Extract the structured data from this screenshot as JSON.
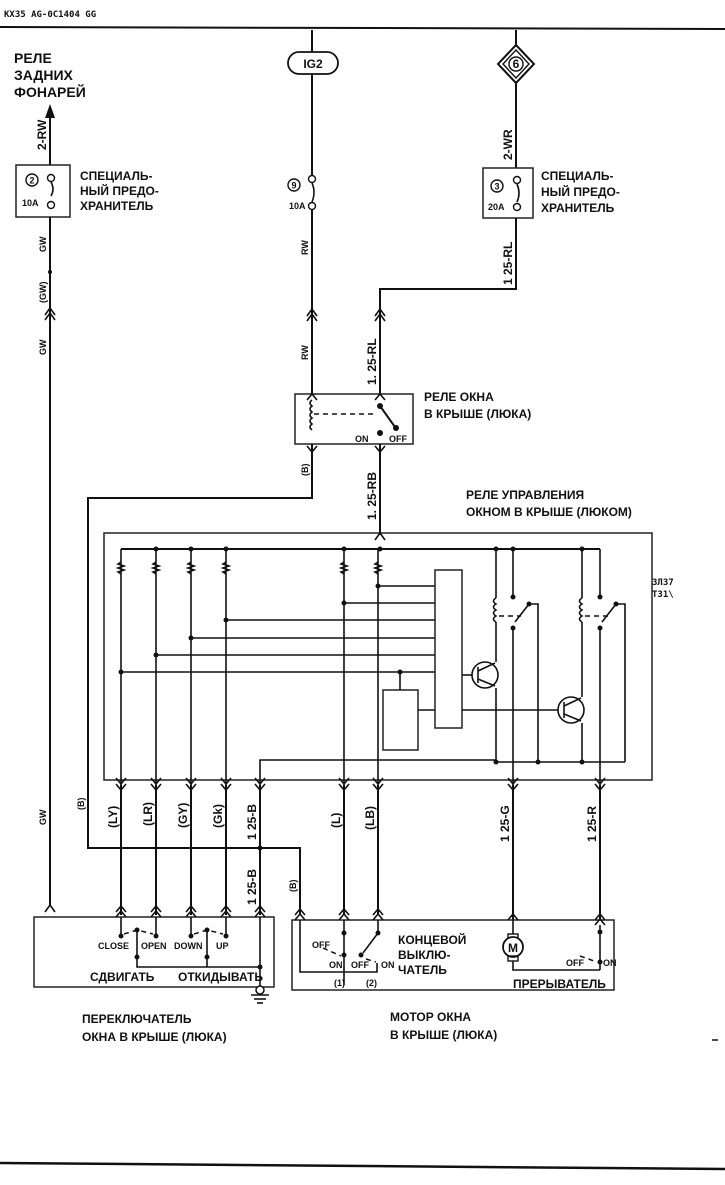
{
  "header": {
    "doc_code": "KX35 AG-0C1404 GG"
  },
  "top_sources": {
    "tail_relay": [
      "РЕЛЕ",
      "ЗАДНИХ",
      "ФОНАРЕЙ"
    ],
    "ig2": "IG2",
    "junction_6": "6"
  },
  "fuses": [
    {
      "number": "2",
      "rating": "10A",
      "label": [
        "СПЕЦИАЛЬ-",
        "НЫЙ ПРЕДО-",
        "ХРАНИТЕЛЬ"
      ]
    },
    {
      "number": "9",
      "rating": "10A",
      "label": []
    },
    {
      "number": "3",
      "rating": "20A",
      "label": [
        "СПЕЦИАЛЬ-",
        "НЫЙ ПРЕДО-",
        "ХРАНИТЕЛЬ"
      ]
    }
  ],
  "wires": {
    "left_top": "2-RW",
    "left_mid": "GW",
    "left_conn": "(GW)",
    "left_low": "GW",
    "left_bottom": "GW",
    "ig2_upper": "RW",
    "ig2_lower": "RW",
    "junction_upper": "2-WR",
    "junction_lower": "1 25-RL",
    "relay_in": "1. 25-RL",
    "relay_out": "1. 25-RB",
    "relay_ground": "(B)",
    "ground_left": "(B)",
    "ly": "(LY)",
    "lr": "(LR)",
    "gy": "(GY)",
    "gk": "(Gk)",
    "b_upper": "1 25-B",
    "b_lower": "1 25-B",
    "b_motor": "(B)",
    "l": "(L)",
    "lb": "(LB)",
    "g": "1 25-G",
    "r": "1 25-R"
  },
  "sunroof_relay": {
    "title": [
      "РЕЛЕ ОКНА",
      "В КРЫШЕ (ЛЮКА)"
    ],
    "on": "ON",
    "off": "OFF"
  },
  "control_relay": {
    "title": [
      "РЕЛЕ УПРАВЛЕНИЯ",
      "ОКНОМ В КРЫШЕ (ЛЮКОМ)"
    ],
    "side_note": [
      "ЗЛЗ7",
      "ТЗ1\\"
    ]
  },
  "switch": {
    "title": [
      "ПЕРЕКЛЮЧАТЕЛЬ",
      "ОКНА В КРЫШЕ (ЛЮКА)"
    ],
    "positions": [
      "CLOSE",
      "OPEN",
      "DOWN",
      "UP"
    ],
    "modes": [
      "СДВИГАТЬ",
      "ОТКИДЫВАТЬ"
    ]
  },
  "motor": {
    "title": [
      "МОТОР ОКНА",
      "В КРЫШЕ (ЛЮКА)"
    ],
    "symbol": "M",
    "limit_switch": [
      "КОНЦЕВОЙ",
      "ВЫКЛЮ-",
      "ЧАТЕЛЬ"
    ],
    "limit_states": {
      "off": "OFF",
      "on": "ON",
      "off2": "OFF",
      "on2": "ON"
    },
    "terminals": [
      "(1)",
      "(2)"
    ],
    "breaker": "ПРЕРЫВАТЕЛЬ",
    "breaker_states": {
      "off": "OFF",
      "on": "ON"
    }
  }
}
